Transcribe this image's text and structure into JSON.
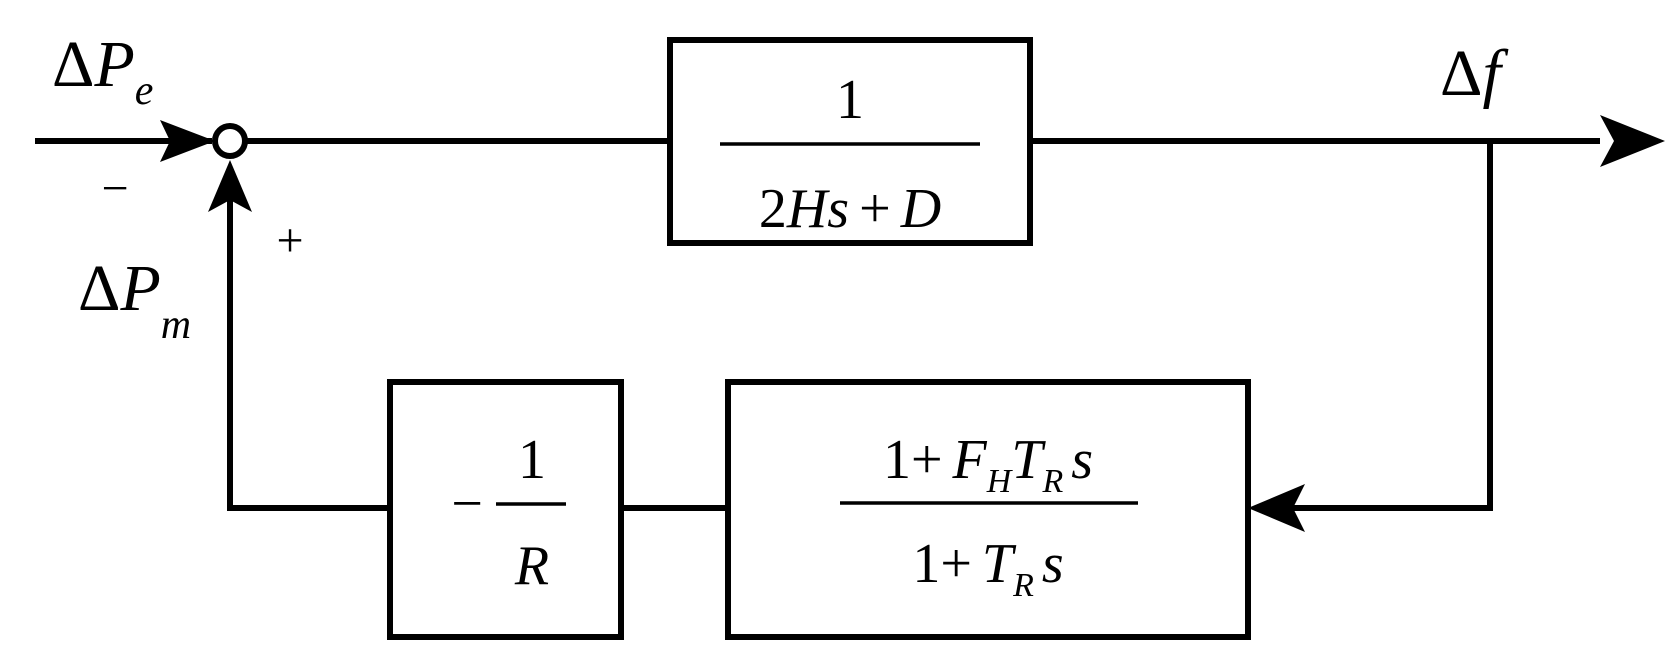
{
  "diagram": {
    "input_label": {
      "delta": "Δ",
      "symbol": "P",
      "subscript": "e"
    },
    "output_label": {
      "delta": "Δ",
      "symbol": "f"
    },
    "feedback_label": {
      "delta": "Δ",
      "symbol": "P",
      "subscript": "m"
    },
    "summing_junction": {
      "minus_sign": "−",
      "plus_sign": "+"
    },
    "plant_block": {
      "numerator": "1",
      "denominator": {
        "coef": "2",
        "H": "H",
        "s": "s",
        "op": "+",
        "D": "D"
      }
    },
    "governor_block": {
      "numerator": {
        "one": "1",
        "op": "+",
        "F": "F",
        "F_sub": "H",
        "T": "T",
        "T_sub": "R",
        "s": "s"
      },
      "denominator": {
        "one": "1",
        "op": "+",
        "T": "T",
        "T_sub": "R",
        "s": "s"
      }
    },
    "droop_block": {
      "sign": "−",
      "numerator": "1",
      "denominator": "R"
    }
  }
}
